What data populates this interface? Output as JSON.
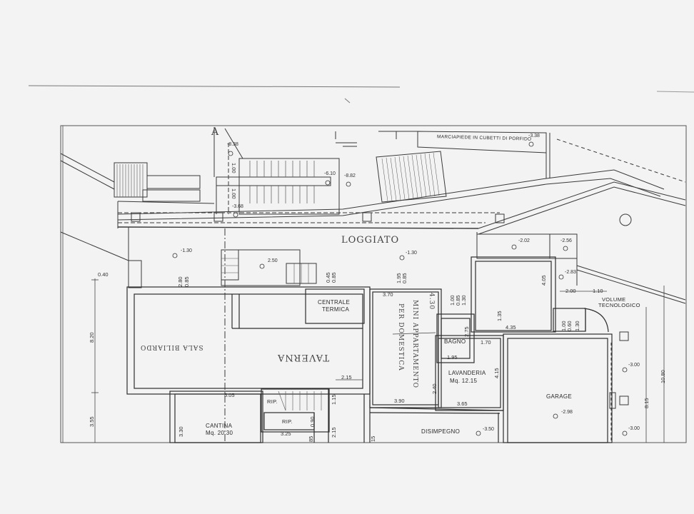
{
  "document": {
    "type": "architectural floor plan (scanned)",
    "section_marker": "A"
  },
  "rooms": {
    "loggiato": "LOGGIATO",
    "sala_biliardo": "SALA BILIARDO",
    "taverna": "TAVERNA",
    "centrale_termica": "CENTRALE TERMICA",
    "centrale_termica_line1": "CENTRALE",
    "centrale_termica_line2": "TERMICA",
    "mini_appartamento": "MINI APPARTAMENTO",
    "per_domestica": "PER DOMESTICA",
    "bagno": "BAGNO",
    "lavanderia": "LAVANDERIA",
    "lavanderia_area": "Mq. 12.15",
    "garage": "GARAGE",
    "cantina": "CANTINA",
    "cantina_area": "Mq. 20.30",
    "rip_1": "RIP.",
    "rip_2": "RIP.",
    "disimpegno": "DISIMPEGNO",
    "volume_tecnologico_1": "VOLUME",
    "volume_tecnologico_2": "TECNOLOGICO",
    "marciapiede": "MARCIAPIEDE IN CUBETTI DI PORFIDO"
  },
  "levels": {
    "top_marciapiede": "-3.38",
    "stair_top": "-8.38",
    "stair_mid": "-6.10",
    "stair_right": "-8.82",
    "stair_bottom": "-3.68",
    "loggiato_left": "-1.30",
    "loggiato_right": "-1.30",
    "landing": "2.50",
    "right_upper_1": "-2.02",
    "right_upper_2": "-2.56",
    "right_mid": "-2.83",
    "garage": "-2.98",
    "garage_ext_1": "-3.00",
    "garage_ext_2": "-3.00",
    "disimpegno": "-3.50"
  },
  "dimensions": {
    "stair_1": "1.00",
    "stair_2": "1.00",
    "door_1_h": "2.80",
    "door_1_w": "0.85",
    "door_2_h": "0.45",
    "door_2_w": "0.85",
    "door_3_h": "1.95",
    "door_3_w": "0.85",
    "door_4_h": "1.00",
    "door_4_w": "0.85",
    "door_4_x": "1.30",
    "mini_width": "3.70",
    "mini_depth": "4.30",
    "mini_bottom": "3.90",
    "mini_side": "2.40",
    "bagno_h": "2.75",
    "bagno_w": "1.95",
    "lav_top": "1.70",
    "lav_side": "4.15",
    "lav_bottom": "3.65",
    "right_room_h": "4.05",
    "right_room_inner": "1.35",
    "right_room_w": "4.35",
    "vt_1": "2.00",
    "vt_2": "1.10",
    "vt_door_h": "1.00",
    "vt_door_w": "0.60",
    "vt_side": "1.30",
    "taverna_2_15": "2.15",
    "taverna_5_05": "5.05",
    "rip_1_15": "1.15",
    "rip_0_90": "0.90",
    "rip_3_25": "3.25",
    "rip_2_15": "2.15",
    "cantina_h": "3.30",
    "left_0_40": "0.40",
    "left_8_20": "8.20",
    "left_3_55": "3.55",
    "right_8_15": "8.15",
    "right_10_80": "10.80",
    "bottom_85": "85",
    "bottom_15": "15"
  },
  "colors": {
    "paper": "#f3f3f3",
    "line": "#3a3a3a",
    "wall": "#2e2e2e"
  }
}
